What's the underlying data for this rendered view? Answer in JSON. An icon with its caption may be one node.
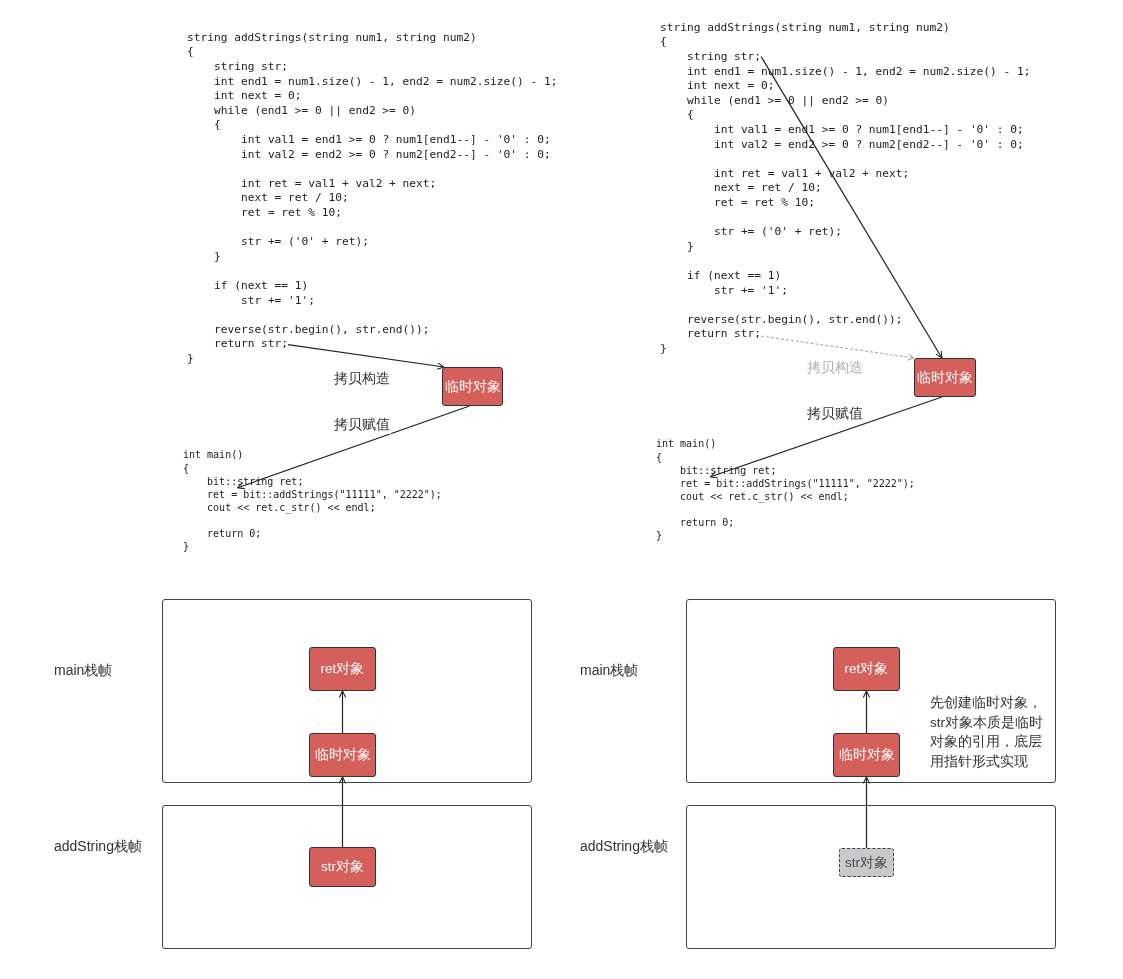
{
  "diagram": {
    "nodes": [
      {
        "text": [
          "return str;"
        ]
      },
      {
        "text": [
          "临时对象"
        ]
      },
      {
        "text": [
          "ret = bit::addStrings(\"11111\", \"2222\");"
        ]
      },
      {
        "text": [
          "string str;"
        ]
      },
      {
        "text": [
          "return str;"
        ]
      },
      {
        "text": [
          "临时对象"
        ]
      },
      {
        "text": [
          "ret = bit::addStrings(\"11111\", \"2222\");"
        ]
      },
      {
        "text": [
          "main栈帧"
        ]
      },
      {
        "text": [
          "ret对象"
        ],
        "in": 7
      },
      {
        "text": [
          "临时对象"
        ],
        "in": 7
      },
      {
        "text": [
          "addString栈帧"
        ]
      },
      {
        "text": [
          "str对象"
        ],
        "in": 10
      },
      {
        "text": [
          "main栈帧"
        ]
      },
      {
        "text": [
          "ret对象"
        ],
        "in": 12
      },
      {
        "text": [
          "临时对象"
        ],
        "in": 12
      },
      {
        "text": [
          "addString栈帧"
        ]
      },
      {
        "text": [
          "str对象"
        ],
        "in": 15
      }
    ],
    "edges": [
      {
        "from": 0,
        "to": 1,
        "arrow": "to",
        "label": "拷贝构造"
      },
      {
        "from": 1,
        "to": 2,
        "arrow": "to",
        "label": "拷贝赋值"
      },
      {
        "from": 3,
        "to": 5,
        "arrow": "to"
      },
      {
        "from": 4,
        "to": 5,
        "arrow": "to",
        "label": "拷贝构造",
        "style": "dashed",
        "color": "#b0b0b0"
      },
      {
        "from": 5,
        "to": 6,
        "arrow": "to",
        "label": "拷贝赋值"
      },
      {
        "from": 9,
        "to": 8,
        "arrow": "to"
      },
      {
        "from": 11,
        "to": 9,
        "arrow": "to"
      },
      {
        "from": 14,
        "to": 13,
        "arrow": "to"
      },
      {
        "from": 16,
        "to": 14,
        "arrow": "to"
      }
    ],
    "labels": [
      "string addStrings(string num1, string num2)",
      "{",
      "string str;",
      "int end1 = num1.size() - 1, end2 = num2.size() - 1;",
      "int next = 0;",
      "while (end1 >= 0 || end2 >= 0)",
      "{",
      "int val1 = end1 >= 0 ? num1[end1--] - '0' : 0;",
      "int val2 = end2 >= 0 ? num2[end2--] - '0' : 0;",
      "int ret = val1 + val2 + next;",
      "next = ret / 10;",
      "ret = ret % 10;",
      "str += ('0' + ret);",
      "}",
      "if (next == 1)",
      "str += '1';",
      "reverse(str.begin(), str.end());",
      "}",
      "int main()",
      "{",
      "bit::string ret;",
      "cout << ret.c_str() << endl;",
      "return 0;",
      "}",
      "string addStrings(string num1, string num2)",
      "{",
      "int end1 = num1.size() - 1, end2 = num2.size() - 1;",
      "int next = 0;",
      "while (end1 >= 0 || end2 >= 0)",
      "{",
      "int val1 = end1 >= 0 ? num1[end1--] - '0' : 0;",
      "int val2 = end2 >= 0 ? num2[end2--] - '0' : 0;",
      "int ret = val1 + val2 + next;",
      "next = ret / 10;",
      "ret = ret % 10;",
      "str += ('0' + ret);",
      "}",
      "if (next == 1)",
      "str += '1';",
      "reverse(str.begin(), str.end());",
      "}",
      "int main()",
      "{",
      "bit::string ret;",
      "cout << ret.c_str() << endl;",
      "return 0;",
      "}",
      "先创建临时对象，str对象本质是临时对象的引用，底层用指针形式实现"
    ]
  }
}
